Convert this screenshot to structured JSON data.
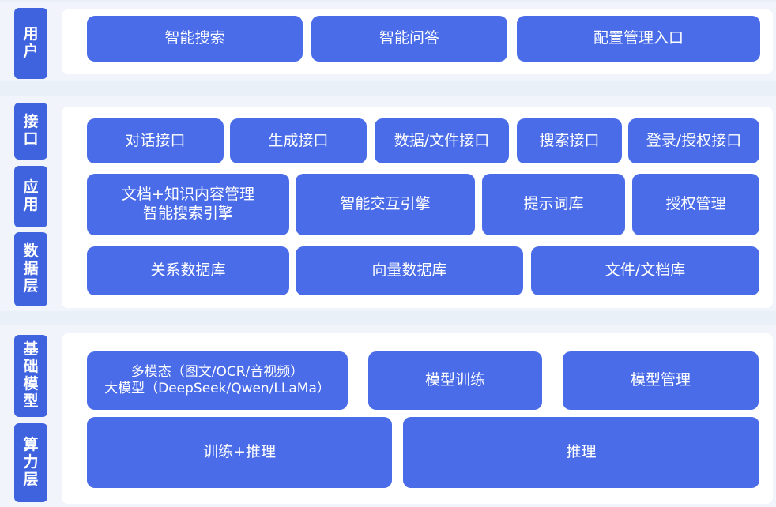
{
  "layers": {
    "user": {
      "label": "用户",
      "items": [
        "智能搜索",
        "智能问答",
        "配置管理入口"
      ]
    },
    "interface": {
      "label": "接口",
      "items": [
        "对话接口",
        "生成接口",
        "数据/文件接口",
        "搜索接口",
        "登录/授权接口"
      ]
    },
    "application": {
      "label": "应用",
      "items": [
        "文档+知识内容管理\n智能搜索引擎",
        "智能交互引擎",
        "提示词库",
        "授权管理"
      ]
    },
    "data": {
      "label": "数据层",
      "items": [
        "关系数据库",
        "向量数据库",
        "文件/文档库"
      ]
    },
    "model": {
      "label": "基础模型",
      "items": [
        "多模态（图文/OCR/音视频）\n大模型（DeepSeek/Qwen/LLaMa）",
        "模型训练",
        "模型管理"
      ]
    },
    "compute": {
      "label": "算力层",
      "items": [
        "训练+推理",
        "推理"
      ]
    }
  },
  "colors": {
    "box": "#4a6ce8",
    "label": "#3f63df",
    "panel": "#ffffff",
    "band": "#f1f5fb",
    "background": "#eaf0f8"
  }
}
